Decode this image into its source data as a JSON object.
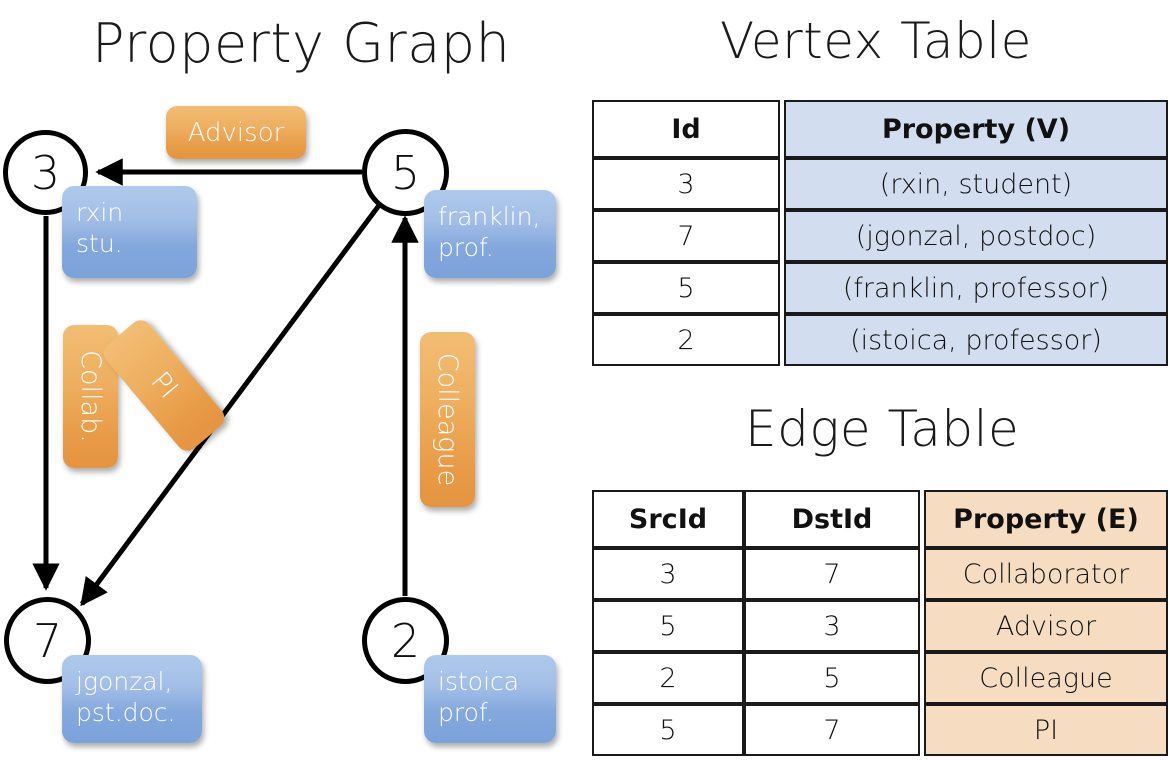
{
  "titles": {
    "property_graph": "Property Graph",
    "vertex_table": "Vertex Table",
    "edge_table": "Edge Table"
  },
  "colors": {
    "node_blue_light": "#afc9ec",
    "node_blue_dark": "#7ba2da",
    "edge_orange_light": "#f3bd74",
    "edge_orange_dark": "#e59440",
    "vertex_header_blue": "#d2ddef",
    "edge_header_orange": "#f6ddc2",
    "stroke": "#000000"
  },
  "graph": {
    "nodes": [
      {
        "id": "3",
        "label": "3",
        "property_lines": [
          "rxin",
          "stu."
        ]
      },
      {
        "id": "5",
        "label": "5",
        "property_lines": [
          "franklin,",
          "prof."
        ]
      },
      {
        "id": "7",
        "label": "7",
        "property_lines": [
          "jgonzal,",
          "pst.doc."
        ]
      },
      {
        "id": "2",
        "label": "2",
        "property_lines": [
          "istoica",
          "prof."
        ]
      }
    ],
    "edge_labels": [
      {
        "id": "advisor",
        "text": "Advisor",
        "orientation": "horizontal"
      },
      {
        "id": "collab",
        "text": "Collab.",
        "orientation": "vertical"
      },
      {
        "id": "pi",
        "text": "PI",
        "orientation": "diagonal"
      },
      {
        "id": "colleague",
        "text": "Colleague",
        "orientation": "vertical"
      }
    ],
    "edges": [
      {
        "src": "5",
        "dst": "3",
        "label": "Advisor"
      },
      {
        "src": "3",
        "dst": "7",
        "label": "Collab."
      },
      {
        "src": "5",
        "dst": "7",
        "label": "PI"
      },
      {
        "src": "2",
        "dst": "5",
        "label": "Colleague"
      }
    ]
  },
  "vertex_table": {
    "headers": [
      "Id",
      "Property (V)"
    ],
    "rows": [
      {
        "id": "3",
        "property": "(rxin, student)"
      },
      {
        "id": "7",
        "property": "(jgonzal, postdoc)"
      },
      {
        "id": "5",
        "property": "(franklin, professor)"
      },
      {
        "id": "2",
        "property": "(istoica, professor)"
      }
    ]
  },
  "edge_table": {
    "headers": [
      "SrcId",
      "DstId",
      "Property (E)"
    ],
    "rows": [
      {
        "src": "3",
        "dst": "7",
        "property": "Collaborator"
      },
      {
        "src": "5",
        "dst": "3",
        "property": "Advisor"
      },
      {
        "src": "2",
        "dst": "5",
        "property": "Colleague"
      },
      {
        "src": "5",
        "dst": "7",
        "property": "PI"
      }
    ]
  }
}
